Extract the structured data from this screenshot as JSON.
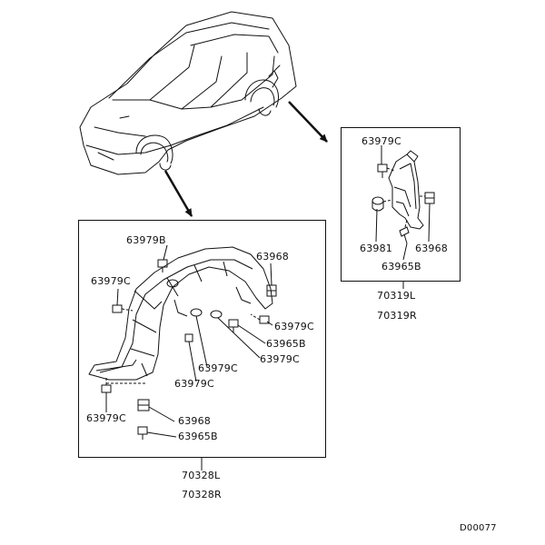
{
  "figure_id": "D00077",
  "rear_group": {
    "part_numbers": [
      "70319L",
      "70319R"
    ],
    "labels": {
      "clip_top": "63979C",
      "screw": "63981",
      "nut": "63968",
      "bolt": "63965B"
    }
  },
  "front_group": {
    "part_numbers": [
      "70328L",
      "70328R"
    ],
    "labels": {
      "clip_top": "63979B",
      "nut_top": "63968",
      "clip_left": "63979C",
      "clip_right_1": "63979C",
      "bolt_right": "63965B",
      "clip_right_2": "63979C",
      "clip_center_1": "63979C",
      "clip_center_2": "63979C",
      "clip_bottom": "63979C",
      "nut_bottom": "63968",
      "bolt_bottom": "63965B"
    }
  }
}
